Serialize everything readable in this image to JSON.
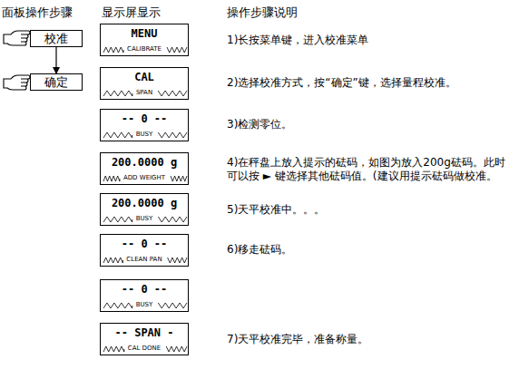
{
  "diagram": {
    "nodes": [
      {
        "text": [
          "校准"
        ]
      },
      {
        "text": [
          "确定"
        ]
      },
      {
        "text": [
          "MENU",
          "CALIBRATE"
        ]
      },
      {
        "text": [
          "CAL",
          "SPAN"
        ]
      },
      {
        "text": [
          "-- 0 --",
          "BUSY"
        ]
      },
      {
        "text": [
          "200.0000 g",
          "ADD WEIGHT"
        ]
      },
      {
        "text": [
          "200.0000 g",
          "BUSY"
        ]
      },
      {
        "text": [
          "-- 0 --",
          "CLEAN PAN"
        ]
      },
      {
        "text": [
          "-- 0 --",
          "BUSY"
        ]
      },
      {
        "text": [
          "-- SPAN -",
          "CAL DONE"
        ]
      }
    ],
    "edges": [
      {
        "from": 0,
        "to": 1,
        "arrow": "to"
      }
    ],
    "labels": [
      "面板操作步骤",
      "显示屏显示",
      "操作步骤说明",
      "1)长按菜单键，进入校准菜单",
      "2)选择校准方式，按“确定”键，选择量程校准。",
      "3)检测零位。",
      "4)在秤盘上放入提示的砝码，如图为放入200g砝码。此时可以按 ► 键选择其他砝码值。(建议用提示砝码做校准。",
      "5)天平校准中。。。",
      "6)移走砝码。",
      "7)天平校准完毕，准备称量。"
    ]
  }
}
